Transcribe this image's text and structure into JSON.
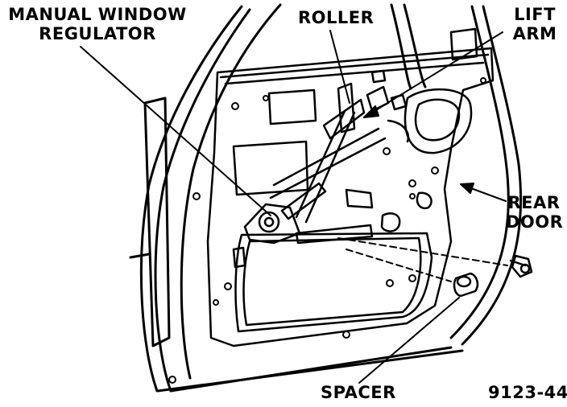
{
  "labels": {
    "manual_window_regulator_line1": "MANUAL WINDOW",
    "manual_window_regulator_line2": "REGULATOR",
    "roller": "ROLLER",
    "lift_arm_line1": "LIFT",
    "lift_arm_line2": "ARM",
    "rear_door_line1": "REAR",
    "rear_door_line2": "DOOR",
    "spacer": "SPACER",
    "figure_number": "9123-44"
  },
  "colors": {
    "ink": "#000000",
    "paper": "#ffffff"
  }
}
